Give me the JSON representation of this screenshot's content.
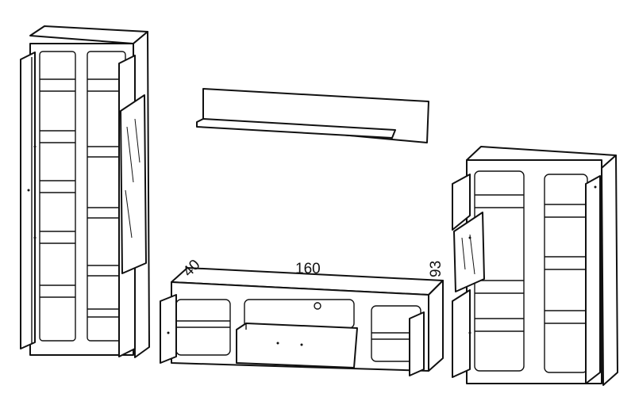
{
  "dimensions": {
    "depth": "40",
    "width": "160",
    "height": "93"
  }
}
